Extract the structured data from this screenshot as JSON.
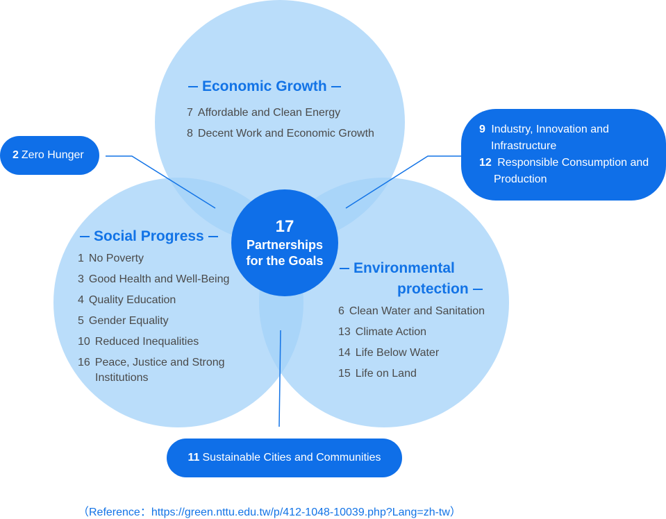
{
  "center": {
    "number": "17",
    "label_line1": "Partnerships",
    "label_line2": "for the Goals"
  },
  "economic": {
    "heading": "Economic Growth",
    "items": [
      {
        "num": "7",
        "text": "Affordable and Clean Energy"
      },
      {
        "num": "8",
        "text": "Decent Work and Economic Growth"
      }
    ]
  },
  "social": {
    "heading": "Social Progress",
    "items": [
      {
        "num": "1",
        "text": "No Poverty"
      },
      {
        "num": "3",
        "text": "Good Health and Well-Being"
      },
      {
        "num": "4",
        "text": "Quality Education"
      },
      {
        "num": "5",
        "text": "Gender Equality"
      },
      {
        "num": "10",
        "text": "Reduced Inequalities"
      },
      {
        "num": "16",
        "text": "Peace, Justice and Strong",
        "text_cont": "Institutions"
      }
    ]
  },
  "environmental": {
    "heading_line1": "Environmental",
    "heading_line2": "protection",
    "items": [
      {
        "num": "6",
        "text": "Clean Water and Sanitation"
      },
      {
        "num": "13",
        "text": "Climate Action"
      },
      {
        "num": "14",
        "text": "Life Below Water"
      },
      {
        "num": "15",
        "text": "Life on Land"
      }
    ]
  },
  "overlap_goals": {
    "zero_hunger": {
      "num": "2",
      "text": "Zero Hunger"
    },
    "industry": {
      "num": "9",
      "text_line1": "Industry, Innovation and",
      "text_line2": "Infrastructure"
    },
    "consumption": {
      "num": "12",
      "text_line1": "Responsible Consumption and",
      "text_line2": "Production"
    },
    "cities": {
      "num": "11",
      "text": "Sustainable Cities and Communities"
    }
  },
  "reference": "（Reference：https://green.nttu.edu.tw/p/412-1048-10039.php?Lang=zh-tw）",
  "colors": {
    "circle": "#a3d2f8",
    "accent": "#1273e6",
    "center": "#0f6fe8",
    "text": "#4a4a4a"
  }
}
